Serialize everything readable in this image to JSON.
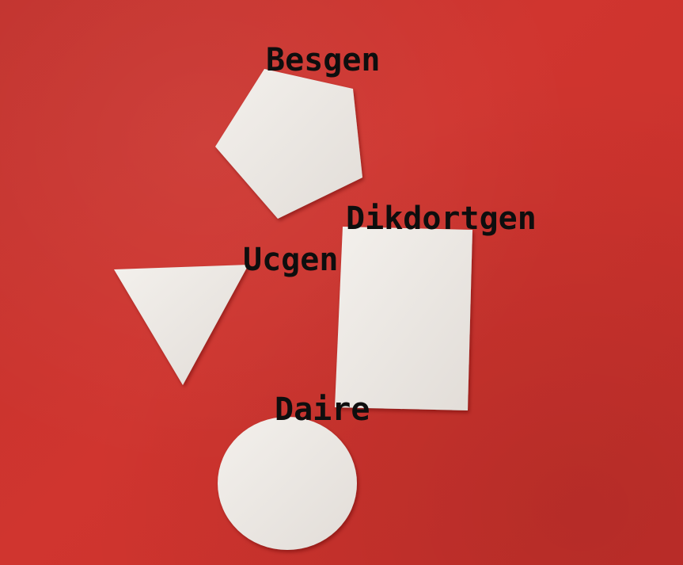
{
  "labels": {
    "pentagon": "Besgen",
    "rectangle": "Dikdortgen",
    "triangle": "Ucgen",
    "circle": "Daire"
  },
  "colors": {
    "background": "#c9302c",
    "shape_fill": "#eeeae6",
    "label_text": "#0e0e0e"
  }
}
